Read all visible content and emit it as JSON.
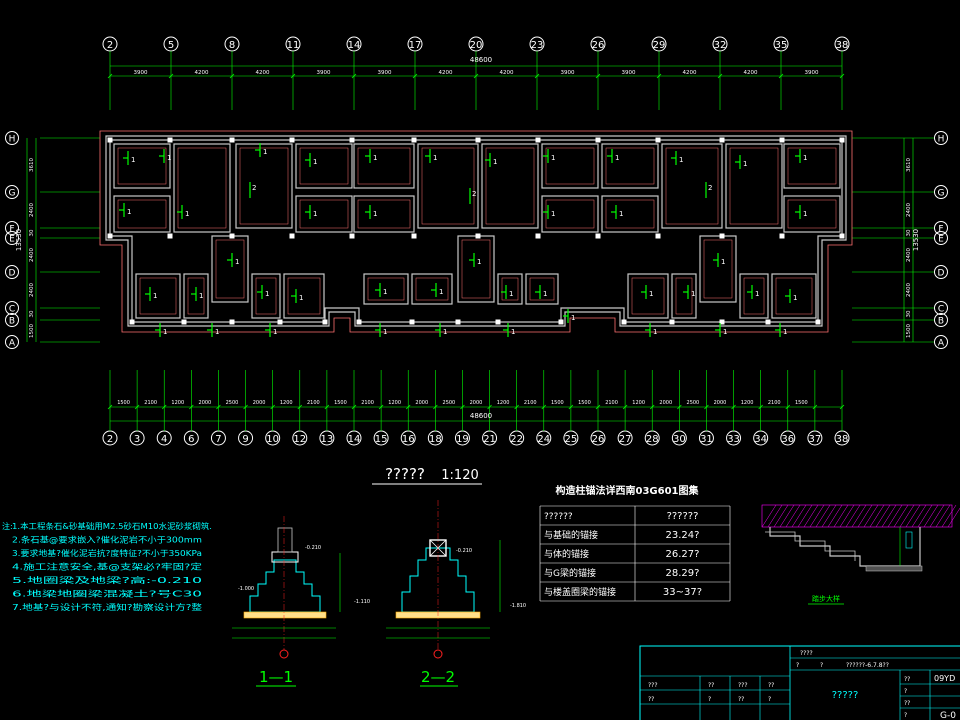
{
  "colors": {
    "background": "#000000",
    "axis": "#ffffff",
    "dimension": "#00ff00",
    "wall": "#c8c8c8",
    "foundation": "#ff7070",
    "note": "#00ffff",
    "table_text": "#ffffff",
    "titleblock": "#00ffff",
    "hatch": "#ff00ff",
    "label_yellow": "#ffff00"
  },
  "top_axes": [
    "2",
    "5",
    "8",
    "11",
    "14",
    "17",
    "20",
    "23",
    "26",
    "29",
    "32",
    "35",
    "38"
  ],
  "top_dims": [
    "3900",
    "4200",
    "4200",
    "3900",
    "3900",
    "4200",
    "4200",
    "3900",
    "3900",
    "4200",
    "4200",
    "3900"
  ],
  "top_total": "48600",
  "bottom_axes": [
    "2",
    "3",
    "4",
    "6",
    "7",
    "9",
    "10",
    "12",
    "13",
    "14",
    "15",
    "16",
    "18",
    "19",
    "21",
    "22",
    "24",
    "25",
    "26",
    "27",
    "28",
    "30",
    "31",
    "33",
    "34",
    "36",
    "37",
    "38"
  ],
  "bottom_dims": [
    "1500",
    "2100",
    "1200",
    "2000",
    "2500",
    "2000",
    "1200",
    "2100",
    "1500",
    "2100",
    "1200",
    "2000",
    "2500",
    "2000",
    "1200",
    "2100",
    "1500",
    "1500",
    "2100",
    "1200",
    "2000",
    "2500",
    "2000",
    "1200",
    "2100",
    "1500"
  ],
  "bottom_total": "48600",
  "row_axes": [
    "H",
    "G",
    "F",
    "E",
    "D",
    "C",
    "B",
    "A"
  ],
  "left_dims": [
    "3610",
    "2400",
    "30",
    "2400",
    "2400",
    "30",
    "1500"
  ],
  "left_total": "13530",
  "plan_title": "?????",
  "plan_scale": "1:120",
  "notes": [
    "1.本工程条石&砂基础用M2.5砂石M10水泥砂浆砌筑.",
    "2.条石基@要求嵌入?催化泥岩不小于300mm",
    "3.要求地基?催化泥岩抗?度特征?不小于350KPa",
    "4.施工注意安全,基@支架必?牢固?定",
    "5.地圈梁及地梁?高:-0.210",
    "6.地梁地圈梁混凝土?号C30",
    "7.地基?与设计不符,通知?勘察设计方?整"
  ],
  "notes_prefix": "注:",
  "section1_label": "1—1",
  "section2_label": "2—2",
  "table": {
    "title": "构造柱锚法详西南03G601图集",
    "header": [
      "??????",
      "??????"
    ],
    "rows": [
      [
        "与基础的锚接",
        "23.24?"
      ],
      [
        "与体的锚接",
        "26.27?"
      ],
      [
        "与G梁的锚接",
        "28.29?"
      ],
      [
        "与楼盖圈梁的锚接",
        "33~37?"
      ]
    ]
  },
  "stair_label": "踏步大样",
  "titleblock": {
    "r1": "????",
    "r2a": "?",
    "r2b": "?",
    "r2c": "??????-6.7.8??",
    "center": "?????",
    "code1": "09YD",
    "code2": "G-0",
    "cells": [
      "???",
      "??",
      "???",
      "??",
      "??",
      "?",
      "??",
      "?",
      "??",
      "?",
      "??",
      "?"
    ]
  },
  "section_texts": {
    "s1_top": "-0.210",
    "s1_mid": "-1.000",
    "s1_bot": "-1.110",
    "s2_top": "-0.210",
    "s2_bot": "-1.810"
  }
}
